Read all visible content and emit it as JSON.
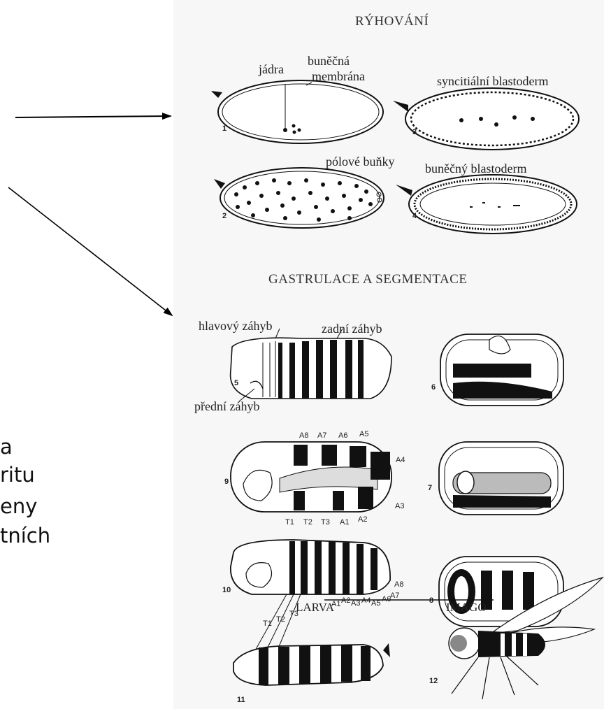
{
  "side_text": [
    "a",
    "ritu",
    "eny",
    "tních"
  ],
  "sections": {
    "cleavage_title": "RÝHOVÁNÍ",
    "gastrulation_title": "GASTRULACE A SEGMENTACE"
  },
  "labels": {
    "nuclei": "jádra",
    "cell_membrane_1": "buněčná",
    "cell_membrane_2": "membrána",
    "syncytial_blastoderm": "syncitiální blastoderm",
    "pole_cells": "pólové buňky",
    "cellular_blastoderm": "buněčný blastoderm",
    "head_fold": "hlavový záhyb",
    "posterior_fold": "zadní záhyb",
    "anterior_fold": "přední záhyb",
    "larva": "LARVA",
    "imago": "IMAGO"
  },
  "stage_numbers": [
    "1",
    "2",
    "3",
    "4",
    "5",
    "6",
    "7",
    "8",
    "9",
    "10",
    "11",
    "12"
  ],
  "segments": {
    "dorsal": [
      "A8",
      "A7",
      "A6",
      "A5",
      "A4"
    ],
    "ventral": [
      "T1",
      "T2",
      "T3",
      "A1",
      "A2",
      "A3"
    ],
    "stage10": [
      "A1",
      "A2",
      "A3",
      "A4",
      "A5",
      "A6",
      "A7",
      "A8"
    ],
    "thoracic": [
      "T1",
      "T2",
      "T3"
    ]
  }
}
